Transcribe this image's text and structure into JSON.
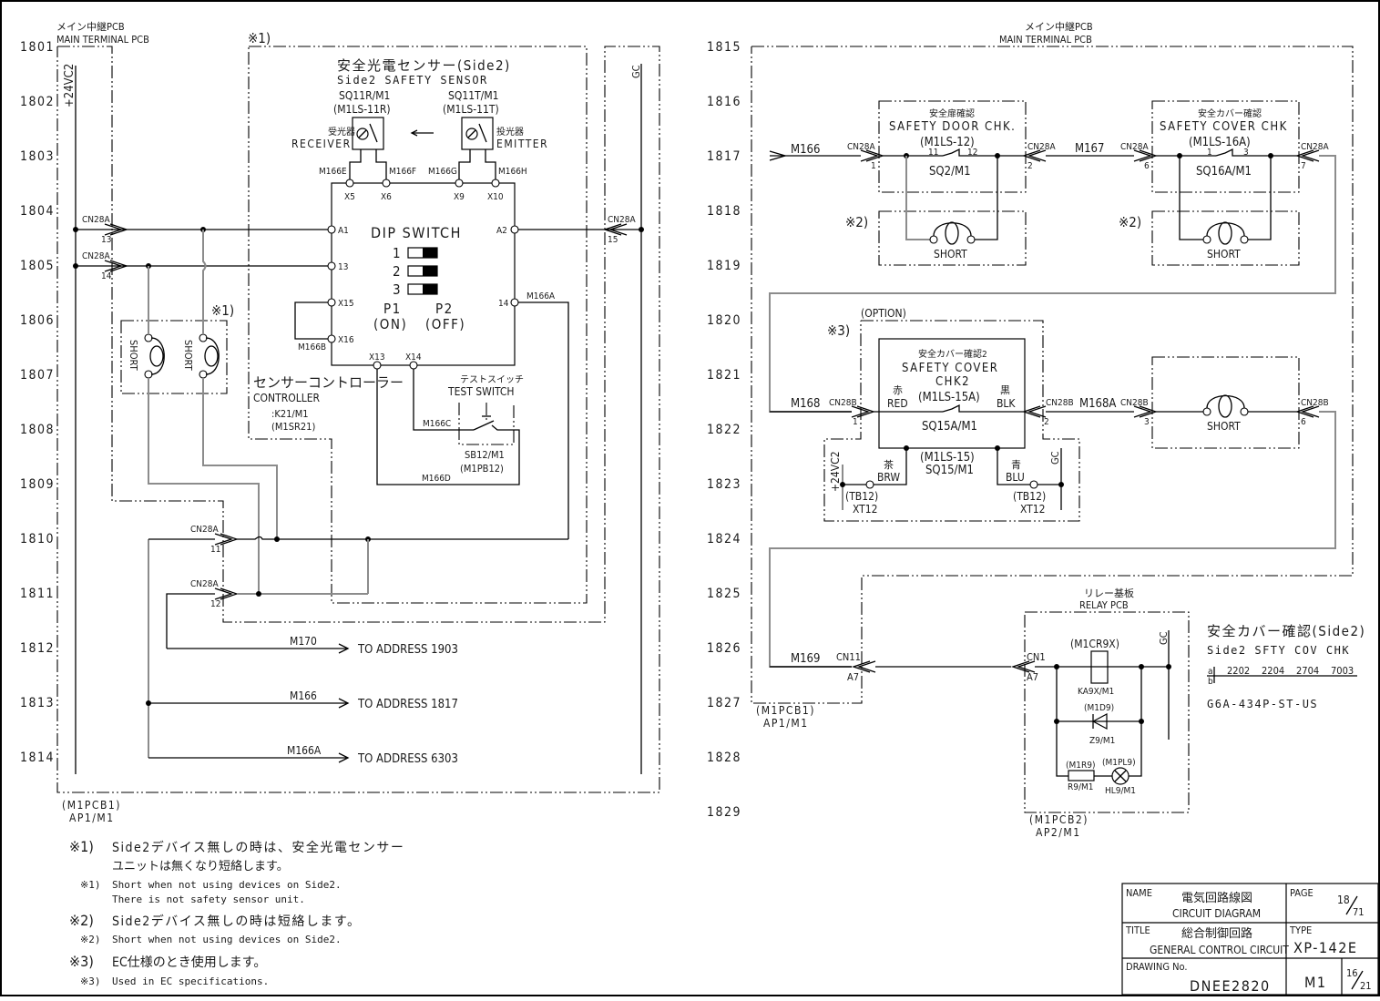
{
  "addresses_left": [
    "1801",
    "1802",
    "1803",
    "1804",
    "1805",
    "1806",
    "1807",
    "1808",
    "1809",
    "1810",
    "1811",
    "1812",
    "1813",
    "1814"
  ],
  "addresses_right": [
    "1815",
    "1816",
    "1817",
    "1818",
    "1819",
    "1820",
    "1821",
    "1822",
    "1823",
    "1824",
    "1825",
    "1826",
    "1827",
    "1828",
    "1829"
  ],
  "left": {
    "main_pcb_jp": "メイン中継PCB",
    "main_pcb_en": "MAIN TERMINAL PCB",
    "rail_24v": "+24VC2",
    "rail_gc": "GC",
    "note1_mark": "※1)",
    "sensor": {
      "title_jp": "安全光電センサー(Side2)",
      "title_en": "Side2 SAFETY SENSOR",
      "receiver_id": "SQ11R/M1",
      "receiver_part": "(M1LS-11R)",
      "receiver_jp": "受光器",
      "receiver_en": "RECEIVER",
      "emitter_id": "SQ11T/M1",
      "emitter_part": "(M1LS-11T)",
      "emitter_jp": "投光器",
      "emitter_en": "EMITTER",
      "wires": [
        "M166E",
        "M166F",
        "M166G",
        "M166H"
      ],
      "terminals_top": [
        "X5",
        "X6",
        "X9",
        "X10"
      ]
    },
    "controller": {
      "dip_title": "DIP SWITCH",
      "dip_rows": [
        "1",
        "2",
        "3"
      ],
      "p1": "P1",
      "p1_state": "(ON)",
      "p2": "P2",
      "p2_state": "(OFF)",
      "term_a1": "A1",
      "term_13": "13",
      "term_x15": "X15",
      "term_x16": "X16",
      "term_a2": "A2",
      "term_14": "14",
      "term_x13": "X13",
      "term_x14": "X14",
      "wire_m166a": "M166A",
      "wire_m166b": "M166B",
      "name_jp": "センサーコントローラー",
      "name_en": "CONTROLLER",
      "id": ":K21/M1",
      "part": "(M1SR21)"
    },
    "test_switch": {
      "name_jp": "テストスイッチ",
      "name_en": "TEST SWITCH",
      "id": "SB12/M1",
      "part": "(M1PB12)",
      "wire_c": "M166C",
      "wire_d": "M166D"
    },
    "connectors": [
      {
        "name": "CN28A",
        "pin": "13"
      },
      {
        "name": "CN28A",
        "pin": "14"
      },
      {
        "name": "CN28A",
        "pin": "15"
      },
      {
        "name": "CN28A",
        "pin": "11"
      },
      {
        "name": "CN28A",
        "pin": "12"
      }
    ],
    "short_mark": "※1)",
    "short_label": "SHORT",
    "outputs": [
      {
        "wire": "M170",
        "dest": "TO ADDRESS 1903"
      },
      {
        "wire": "M166",
        "dest": "TO ADDRESS 1817"
      },
      {
        "wire": "M166A",
        "dest": "TO ADDRESS 6303"
      }
    ],
    "pcb_ref": "(M1PCB1)",
    "pcb_id": "AP1/M1"
  },
  "notes": [
    {
      "jp_mark": "※1)",
      "jp": "Side2デバイス無しの時は、安全光電センサー",
      "jp2": "ユニットは無くなり短絡します。",
      "en_mark": "※1)",
      "en": "Short when not using devices on Side2.",
      "en2": "There is not safety sensor unit."
    },
    {
      "jp_mark": "※2)",
      "jp": "Side2デバイス無しの時は短絡します。",
      "en_mark": "※2)",
      "en": "Short when not using devices on Side2."
    },
    {
      "jp_mark": "※3)",
      "jp": "EC仕様のとき使用します。",
      "en_mark": "※3)",
      "en": "Used in EC specifications."
    }
  ],
  "right": {
    "main_pcb_jp": "メイン中継PCB",
    "main_pcb_en": "MAIN TERMINAL PCB",
    "door": {
      "title_jp": "安全扉確認",
      "title_en": "SAFETY DOOR CHK.",
      "part": "(M1LS-12)",
      "pin_a": "11",
      "pin_b": "12",
      "id": "SQ2/M1",
      "in_wire": "M166",
      "conn_in": "CN28A",
      "conn_in_pin": "1",
      "conn_out": "CN28A",
      "conn_out_pin": "2"
    },
    "cover": {
      "title_jp": "安全カバー確認",
      "title_en": "SAFETY COVER CHK",
      "part": "(M1LS-16A)",
      "pin_a": "1",
      "pin_b": "3",
      "id": "SQ16A/M1",
      "in_wire": "M167",
      "conn_in": "CN28A",
      "conn_in_pin": "6",
      "conn_out": "CN28A",
      "conn_out_pin": "7"
    },
    "short_mark": "※2)",
    "short_label": "SHORT",
    "option": {
      "label": "(OPTION)",
      "mark": "※3)",
      "title_jp": "安全カバー確認2",
      "title_en1": "SAFETY COVER",
      "title_en2": "CHK2",
      "red_jp": "赤",
      "red_en": "RED",
      "blk_jp": "黒",
      "blk_en": "BLK",
      "part_a": "(M1LS-15A)",
      "id_a": "SQ15A/M1",
      "part_b": "(M1LS-15)",
      "id_b": "SQ15/M1",
      "brw_jp": "茶",
      "brw_en": "BRW",
      "blu_jp": "青",
      "blu_en": "BLU",
      "tb": "(TB12)",
      "xt": "XT12",
      "rail_24v": "+24VC2",
      "rail_gc": "GC",
      "in_wire": "M168",
      "conn_in": "CN28B",
      "conn_in_pin": "1",
      "conn_out": "CN28B",
      "conn_out_pin": "2",
      "out_wire": "M168A"
    },
    "short_box": {
      "conn_in": "CN28B",
      "conn_in_pin": "3",
      "conn_out": "CN28B",
      "conn_out_pin": "6",
      "label": "SHORT"
    },
    "relay": {
      "title_jp": "リレー基板",
      "title_en": "RELAY PCB",
      "wire": "M169",
      "conn_src": "CN11",
      "conn_src_pin": "A7",
      "conn_dst": "CN1",
      "conn_dst_pin": "A7",
      "coil_part": "(M1CR9X)",
      "coil_id": "KA9X/M1",
      "diode_part": "(M1D9)",
      "diode_id": "Z9/M1",
      "res_part": "(M1R9)",
      "res_id": "R9/M1",
      "lamp_part": "(M1PL9)",
      "lamp_id": "HL9/M1",
      "rail_gc": "GC",
      "pcb_ref": "(M1PCB2)",
      "pcb_id": "AP2/M1"
    },
    "pcb1_ref": "(M1PCB1)",
    "pcb1_id": "AP1/M1",
    "contact_table": {
      "title_jp": "安全カバー確認(Side2)",
      "title_en": "Side2 SFTY COV CHK",
      "row_a": "a",
      "row_b": "b",
      "a_contacts": [
        "2202",
        "2204",
        "2704",
        "7003"
      ],
      "part_no": "G6A-434P-ST-US"
    }
  },
  "title_block": {
    "name_label": "NAME",
    "name_jp": "電気回路線図",
    "name_en": "CIRCUIT DIAGRAM",
    "page_label": "PAGE",
    "page_num": "18",
    "page_total": "71",
    "title_label": "TITLE",
    "title_jp": "総合制御回路",
    "title_en": "GENERAL CONTROL CIRCUIT",
    "type_label": "TYPE",
    "type_value": "XP-142E",
    "drawing_label": "DRAWING No.",
    "drawing_no": "DNEE2820",
    "rev": "M1",
    "sheet_num": "16",
    "sheet_total": "21"
  }
}
